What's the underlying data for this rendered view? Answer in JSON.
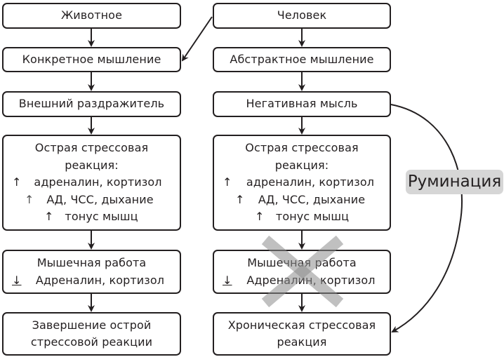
{
  "left_column": {
    "animal": "Животное",
    "concrete_thinking": "Конкретное мышление",
    "external_stimulus": "Внешний раздражитель",
    "acute_stress": {
      "title_line1": "Острая стрессовая",
      "title_line2": "реакция:",
      "items": [
        {
          "arrow": "↑",
          "text": "адреналин, кортизол"
        },
        {
          "arrow": "↑",
          "text": "АД, ЧСС, дыхание"
        },
        {
          "arrow": "↑",
          "text": "тонус мышц"
        }
      ]
    },
    "muscle_work": {
      "title": "Мышечная работа",
      "item": {
        "arrow": "↓",
        "text": "Адреналин, кортизол"
      }
    },
    "completion_line1": "Завершение острой",
    "completion_line2": "стрессовой реакции"
  },
  "right_column": {
    "human": "Человек",
    "abstract_thinking": "Абстрактное мышление",
    "negative_thought": "Негативная мысль",
    "acute_stress": {
      "title_line1": "Острая стрессовая",
      "title_line2": "реакция:",
      "items": [
        {
          "arrow": "↑",
          "text": "адреналин, кортизол"
        },
        {
          "arrow": "↑",
          "text": "АД, ЧСС, дыхание"
        },
        {
          "arrow": "↑",
          "text": "тонус мышц"
        }
      ]
    },
    "muscle_work": {
      "title": "Мышечная работа",
      "item": {
        "arrow": "↓",
        "text": "Адреналин, кортизол"
      }
    },
    "chronic_line1": "Хроническая стрессовая",
    "chronic_line2": "реакция"
  },
  "rumination_label": "Руминация",
  "colors": {
    "stroke": "#231f20",
    "tag_bg": "#d6d6d6",
    "cross": "#9a9a9a"
  }
}
